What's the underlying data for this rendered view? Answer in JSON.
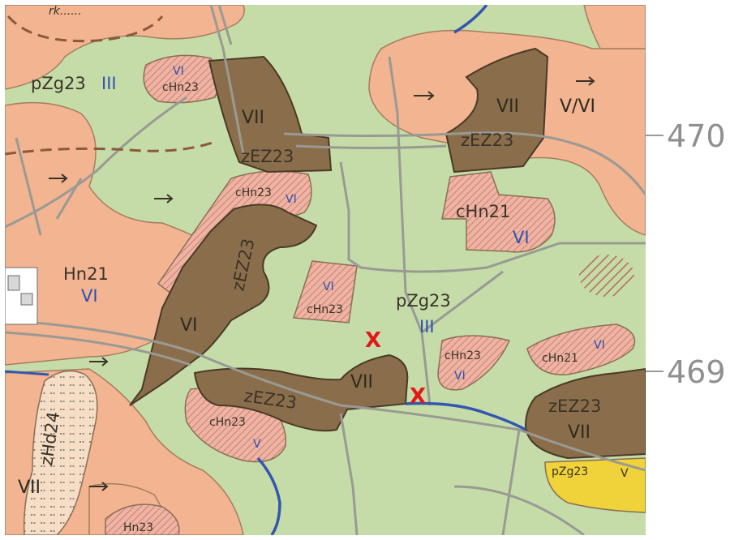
{
  "colors": {
    "green_soil": "#c5dca8",
    "orange_soil": "#f2b491",
    "brown_soil": "#8a6e4b",
    "pink_hatch": "#e9a79a",
    "yellow_soil": "#f0d23a",
    "road": "#9a9a93",
    "water": "#3556b0",
    "marker": "#e3171a",
    "margin": "#ffffff"
  },
  "grid": {
    "labels": [
      "470",
      "469"
    ]
  },
  "top_edge_text": "rk......",
  "units": [
    {
      "id": "u1",
      "code": "pZg23",
      "class": "III"
    },
    {
      "id": "u2",
      "code": "cHn23",
      "class": "VI"
    },
    {
      "id": "u3",
      "code": "zEZ23",
      "class": "VII"
    },
    {
      "id": "u4",
      "code": "cHn23",
      "class": "VI"
    },
    {
      "id": "u5",
      "code": "Hn21",
      "class": "VI"
    },
    {
      "id": "u6",
      "code": "zEZ23",
      "class": "VI"
    },
    {
      "id": "u7",
      "code": "cHn23",
      "class": "VI"
    },
    {
      "id": "u8",
      "code": "pZg23",
      "class": "III"
    },
    {
      "id": "u9",
      "code": "zEZ23",
      "class": "VII"
    },
    {
      "id": "u10",
      "code": "",
      "class": "V/VI"
    },
    {
      "id": "u11",
      "code": "cHn21",
      "class": "VI"
    },
    {
      "id": "u12",
      "code": "cHn23",
      "class": "VI"
    },
    {
      "id": "u13",
      "code": "cHn21",
      "class": "VI"
    },
    {
      "id": "u14",
      "code": "zEZ23",
      "class": "VII"
    },
    {
      "id": "u15",
      "code": "cHn23",
      "class": "V"
    },
    {
      "id": "u16",
      "code": "zEZ23",
      "class": "VII"
    },
    {
      "id": "u17",
      "code": "pZg23",
      "class": "V"
    },
    {
      "id": "u18",
      "code": "zHd24",
      "class": "VII"
    },
    {
      "id": "u19",
      "code": "Hn23",
      "class": ""
    }
  ],
  "markers": [
    "X",
    "X"
  ]
}
